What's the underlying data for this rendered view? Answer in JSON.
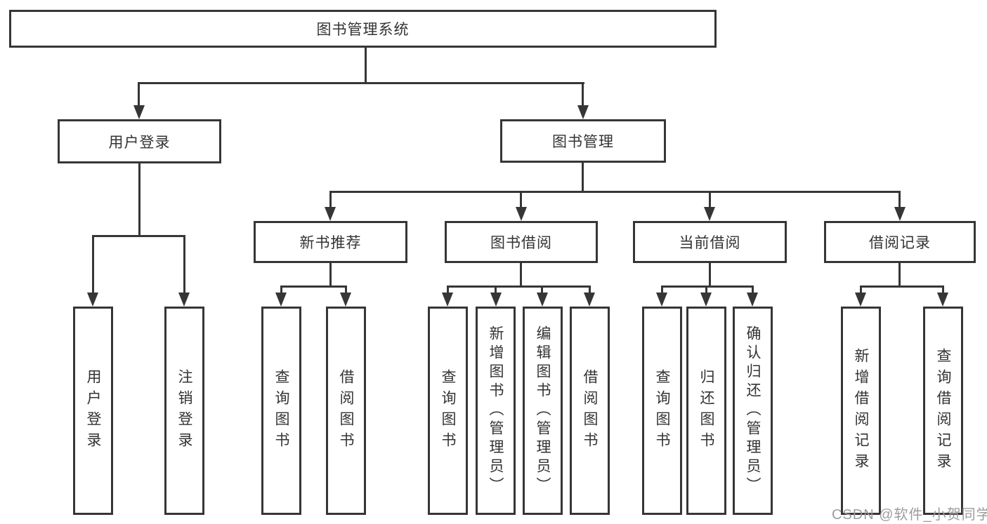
{
  "diagram": {
    "title": "图书管理系统",
    "root": {
      "label": "图书管理系统"
    },
    "level2": [
      {
        "label": "用户登录"
      },
      {
        "label": "图书管理"
      }
    ],
    "level3": [
      {
        "label": "新书推荐"
      },
      {
        "label": "图书借阅"
      },
      {
        "label": "当前借阅"
      },
      {
        "label": "借阅记录"
      }
    ],
    "leaves": [
      {
        "label": "用户登录",
        "parent": "用户登录"
      },
      {
        "label": "注销登录",
        "parent": "用户登录"
      },
      {
        "label": "查询图书",
        "parent": "新书推荐"
      },
      {
        "label": "借阅图书",
        "parent": "新书推荐"
      },
      {
        "label": "查询图书",
        "parent": "图书借阅"
      },
      {
        "label": "新增图书（管理员）",
        "parent": "图书借阅"
      },
      {
        "label": "编辑图书（管理员）",
        "parent": "图书借阅"
      },
      {
        "label": "借阅图书",
        "parent": "图书借阅"
      },
      {
        "label": "查询图书",
        "parent": "当前借阅"
      },
      {
        "label": "归还图书",
        "parent": "当前借阅"
      },
      {
        "label": "确认归还（管理员）",
        "parent": "当前借阅"
      },
      {
        "label": "新增借阅记录",
        "parent": "借阅记录"
      },
      {
        "label": "查询借阅记录",
        "parent": "借阅记录"
      }
    ],
    "watermark": "CSDN @软件_小贺同学",
    "colors": {
      "line": "#363636",
      "text": "#333333",
      "watermark": "#9c9c9c",
      "background": "#ffffff"
    }
  }
}
